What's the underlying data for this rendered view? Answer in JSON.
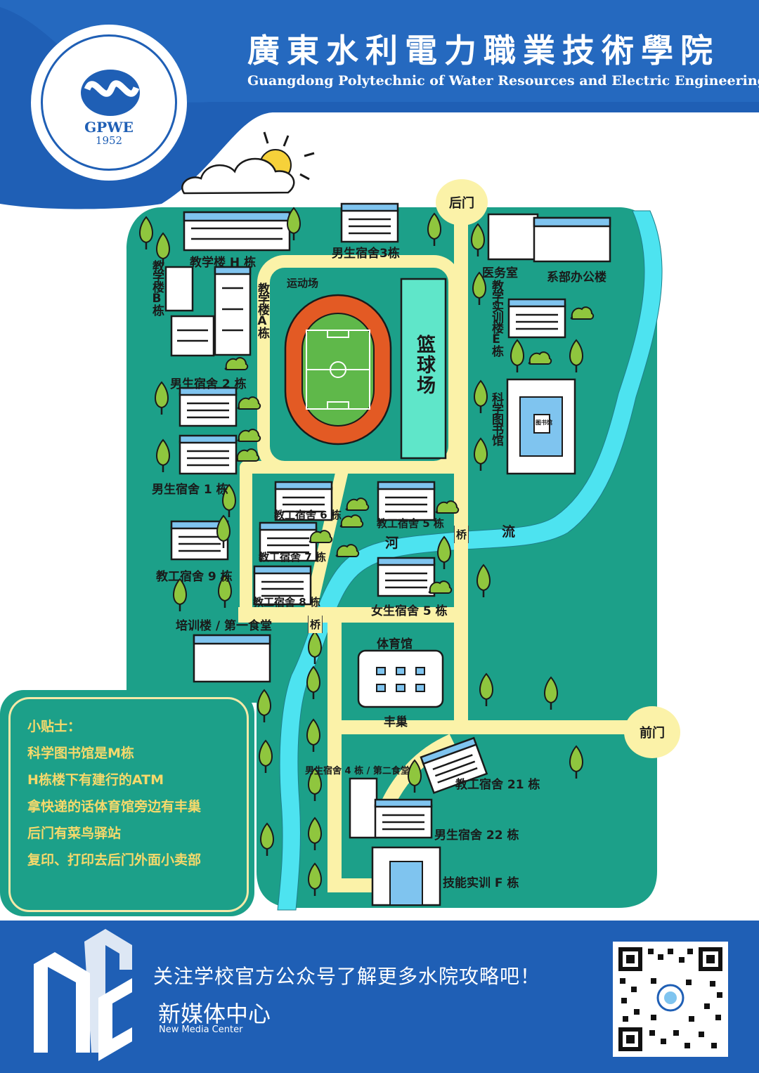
{
  "header": {
    "school_name_cn": "廣東水利電力職業技術學院",
    "school_name_en": "Guangdong Polytechnic of Water Resources and Electric Engineering",
    "logo_abbr": "GPWE",
    "logo_year": "1952"
  },
  "gates": {
    "back": "后门",
    "front": "前门"
  },
  "places": {
    "building_h": "教学楼 H 栋",
    "building_b": "教学楼B栋",
    "building_a": "教学楼A栋",
    "dorm_m3": "男生宿舍3栋",
    "dorm_m2": "男生宿舍 2 栋",
    "dorm_m1": "男生宿舍 1 栋",
    "clinic": "医务室",
    "dept_office": "系部办公楼",
    "building_e": "教学实训楼E栋",
    "library": "科学图书馆",
    "sports_field": "运动场",
    "basketball": "篮球场",
    "staff_6": "教工宿舍 6 栋",
    "staff_7": "教工宿舍 7 栋",
    "staff_8": "教工宿舍 8 栋",
    "staff_5": "教工宿舍 5 栋",
    "staff_9": "教工宿舍 9 栋",
    "dorm_f5": "女生宿舍 5 栋",
    "river_1": "河",
    "river_2": "流",
    "bridge_1": "桥",
    "bridge_2": "桥",
    "training_canteen": "培训楼 / 第一食堂",
    "gym": "体育馆",
    "fengchao": "丰巢",
    "dorm_m4": "男生宿舍 4 栋 / 第二食堂",
    "staff_21": "教工宿舍 21 栋",
    "dorm_m22": "男生宿舍 22 栋",
    "building_f": "技能实训 F 栋",
    "library_sign": "图书馆"
  },
  "tips": {
    "title": "小贴士：",
    "items": [
      "科学图书馆是M栋",
      "H栋楼下有建行的ATM",
      "拿快递的话体育馆旁边有丰巢",
      "后门有菜鸟驿站",
      "复印、打印去后门外面小卖部"
    ]
  },
  "footer": {
    "follow_text": "关注学校官方公众号了解更多水院攻略吧！",
    "media_cn": "新媒体中心",
    "media_en": "New Media Center"
  },
  "colors": {
    "header_blue": "#1f5fb5",
    "campus_green": "#1ca089",
    "road_yellow": "#fbf2a8",
    "river_cyan": "#4de3f0",
    "track_orange": "#e35a24",
    "tips_text": "#f6d96b"
  }
}
